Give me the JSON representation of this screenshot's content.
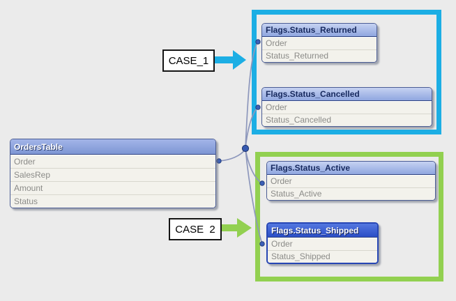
{
  "diagram": {
    "annotations": {
      "case1": {
        "label": "CASE_1",
        "arrow_color": "#1caee4"
      },
      "case2": {
        "label": "CASE  2",
        "arrow_color": "#92d050"
      }
    },
    "groups": {
      "case1_box_color": "#1caee4",
      "case2_box_color": "#92d050"
    },
    "tables": {
      "orders": {
        "title": "OrdersTable",
        "fields": [
          "Order",
          "SalesRep",
          "Amount",
          "Status"
        ]
      },
      "returned": {
        "title": "Flags.Status_Returned",
        "fields": [
          "Order",
          "Status_Returned"
        ]
      },
      "cancelled": {
        "title": "Flags.Status_Cancelled",
        "fields": [
          "Order",
          "Status_Cancelled"
        ]
      },
      "active": {
        "title": "Flags.Status_Active",
        "fields": [
          "Order",
          "Status_Active"
        ]
      },
      "shipped": {
        "title": "Flags.Status_Shipped",
        "fields": [
          "Order",
          "Status_Shipped"
        ]
      }
    },
    "connections": [
      {
        "from": "OrdersTable.Order",
        "to": "Flags.Status_Returned.Order"
      },
      {
        "from": "OrdersTable.Order",
        "to": "Flags.Status_Cancelled.Order"
      },
      {
        "from": "OrdersTable.Order",
        "to": "Flags.Status_Active.Order"
      },
      {
        "from": "OrdersTable.Order",
        "to": "Flags.Status_Shipped.Order"
      }
    ]
  }
}
